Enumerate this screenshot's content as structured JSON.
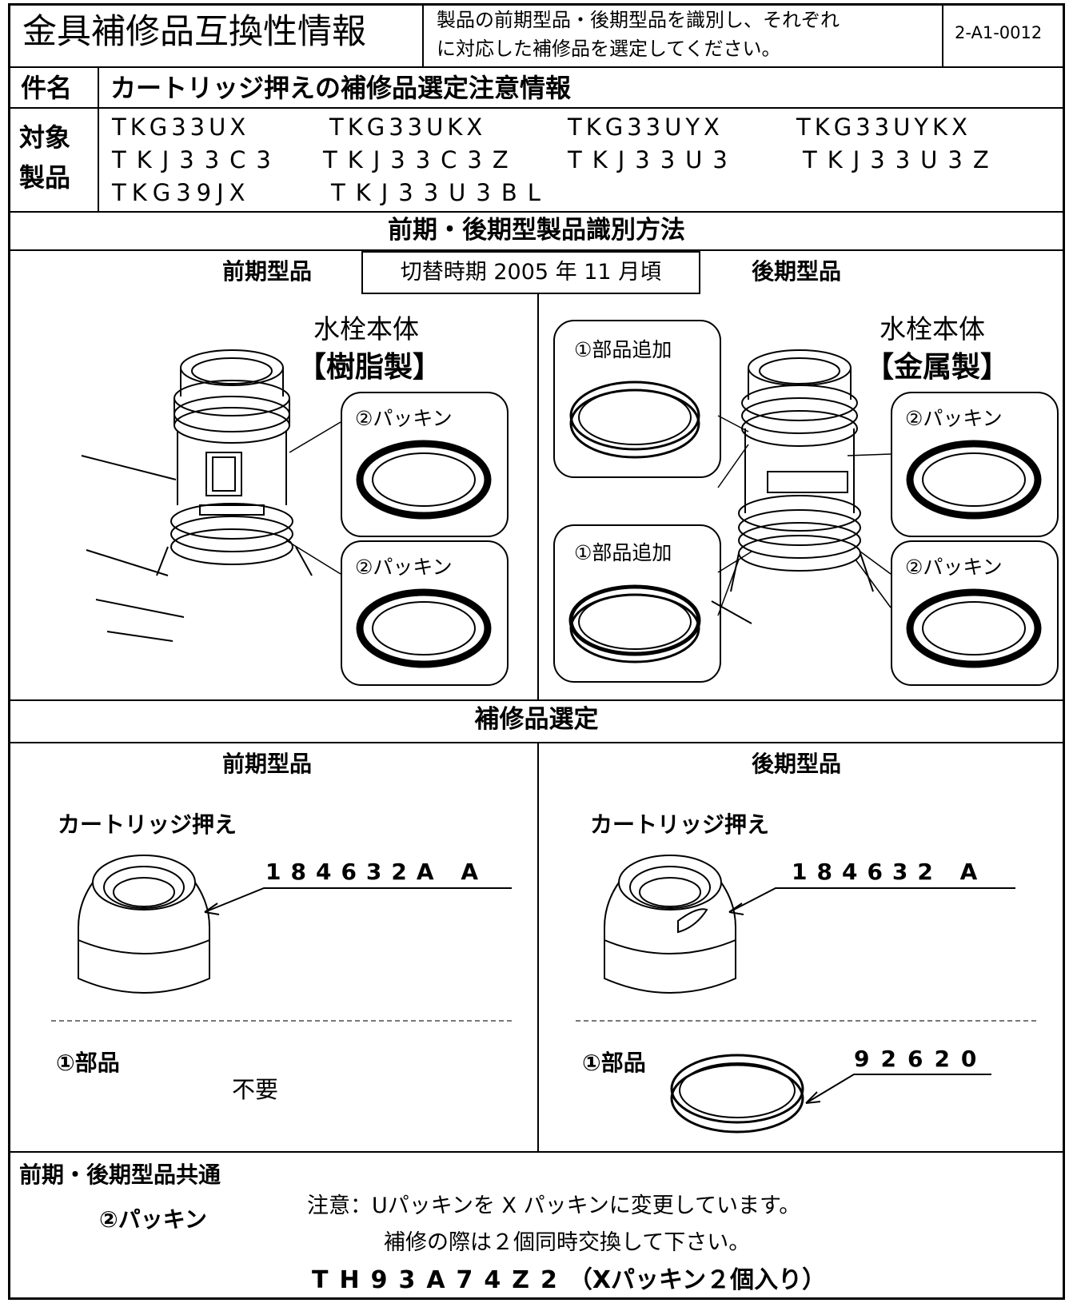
{
  "header": {
    "title": "金具補修品互換性情報",
    "description_line1": "製品の前期型品・後期型品を識別し、それぞれ",
    "description_line2": "に対応した補修品を選定してください。",
    "doc_number": "2-A1-0012"
  },
  "subject": {
    "label": "件名",
    "text": "カートリッジ押えの補修品選定注意情報"
  },
  "target": {
    "label_line1": "対象",
    "label_line2": "製品",
    "models": [
      "TKG33UX",
      "TKG33UKX",
      "TKG33UYX",
      "TKG33UYKX",
      "TKJ33C3",
      "TKJ33C3Z",
      "TKJ33U3",
      "TKJ33U3Z",
      "TKG39JX",
      "TKJ33U3BL"
    ]
  },
  "identification": {
    "title": "前期・後期型製品識別方法",
    "early_label": "前期型品",
    "late_label": "後期型品",
    "switch_period": "切替時期 2005 年 11 月頃",
    "early": {
      "body_label": "水栓本体",
      "material": "【樹脂製】",
      "packing_top": "②パッキン",
      "packing_bottom": "②パッキン"
    },
    "late": {
      "body_label": "水栓本体",
      "material": "【金属製】",
      "part_add_top": "①部品追加",
      "packing_top": "②パッキン",
      "part_add_bottom": "①部品追加",
      "packing_bottom": "②パッキン"
    }
  },
  "selection": {
    "title": "補修品選定",
    "early": {
      "label": "前期型品",
      "cartridge_label": "カートリッジ押え",
      "cartridge_part": "184632A A",
      "part_label": "①部品",
      "part_value": "不要"
    },
    "late": {
      "label": "後期型品",
      "cartridge_label": "カートリッジ押え",
      "cartridge_part": "184632 A",
      "part_label": "①部品",
      "part_number": "92620"
    }
  },
  "common": {
    "title": "前期・後期型品共通",
    "packing_label": "②パッキン",
    "note_line1": "注意：Uパッキンを X パッキンに変更しています。",
    "note_line2": "補修の際は２個同時交換して下さい。",
    "part_code": "TH93A74Z2",
    "part_desc": "（Xパッキン２個入り）"
  }
}
